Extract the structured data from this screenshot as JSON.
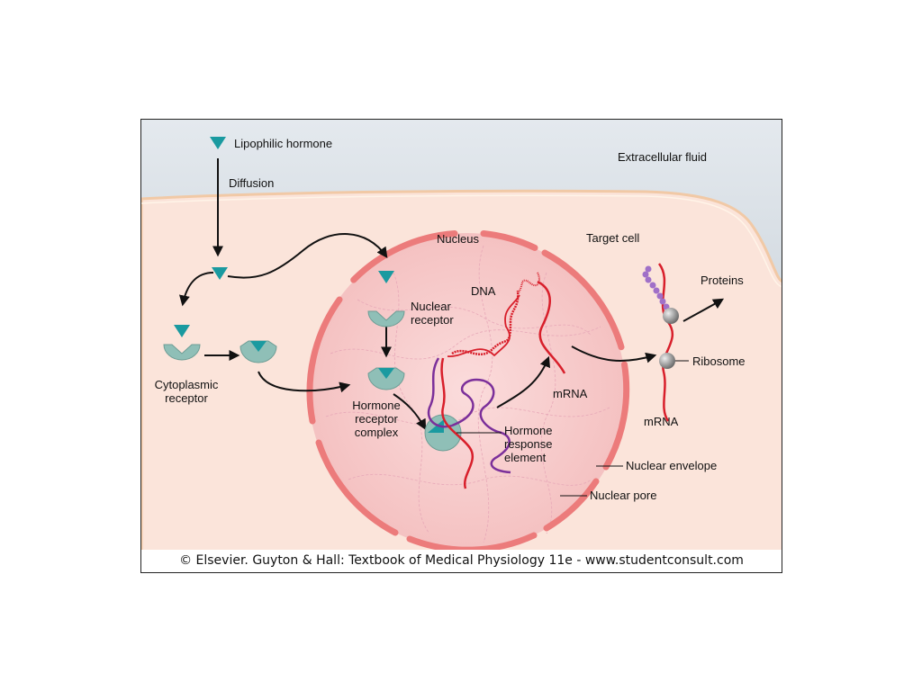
{
  "labels": {
    "lipophilic_hormone": "Lipophilic hormone",
    "diffusion": "Diffusion",
    "extracellular_fluid": "Extracellular fluid",
    "nucleus": "Nucleus",
    "target_cell": "Target cell",
    "nuclear_receptor": "Nuclear\nreceptor",
    "dna": "DNA",
    "cytoplasmic_receptor": "Cytoplasmic\nreceptor",
    "mrna_nucleus": "mRNA",
    "hormone_receptor_complex": "Hormone\nreceptor\ncomplex",
    "hormone_response_element": "Hormone\nresponse\nelement",
    "nuclear_envelope": "Nuclear envelope",
    "nuclear_pore": "Nuclear pore",
    "proteins": "Proteins",
    "ribosome": "Ribosome",
    "mrna_cytoplasm": "mRNA"
  },
  "copyright": "© Elsevier. Guyton & Hall: Textbook of Medical Physiology 11e - www.studentconsult.com",
  "colors": {
    "extracellular": "#c9d1d9",
    "cytoplasm": "#fbe5dc",
    "nucleus_fill": "#f6c9c9",
    "nuclear_envelope": "#ec7b7b",
    "hormone": "#1a9aa0",
    "receptor": "#8fbfb7",
    "dna_red": "#d81f2b",
    "dna_purple": "#7b2f9a",
    "protein_chain": "#a070c8",
    "ribosome": "#888888"
  }
}
